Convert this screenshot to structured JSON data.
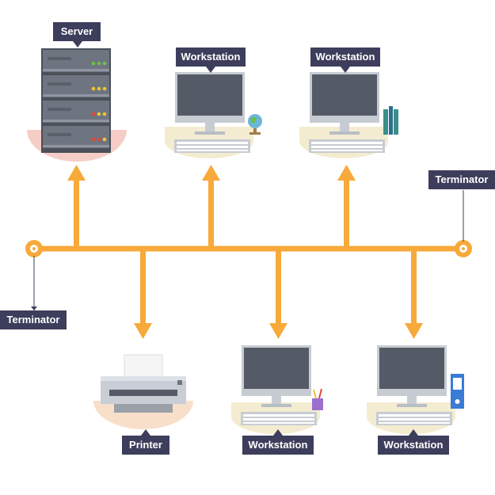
{
  "labels": {
    "server": "Server",
    "ws_top_1": "Workstation",
    "ws_top_2": "Workstation",
    "terminator_right": "Terminator",
    "terminator_left": "Terminator",
    "printer": "Printer",
    "ws_bottom_1": "Workstation",
    "ws_bottom_2": "Workstation"
  },
  "colors": {
    "bus": "#f7a93a",
    "label_bg": "#3d3d5c",
    "label_text": "#ffffff",
    "monitor_frame": "#c7ccd3",
    "monitor_screen": "#545b66",
    "desk": "#f4ecd0",
    "pink_base": "#f6cdc6",
    "peach_base": "#f8dfca",
    "server_body": "#6e7580",
    "server_dark": "#4b5059",
    "led_green": "#6cc04a",
    "led_yellow": "#f5c230",
    "led_red": "#e0463a"
  }
}
